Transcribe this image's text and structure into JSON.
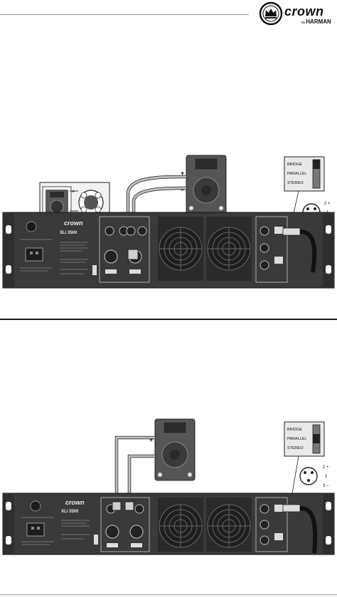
{
  "brand": {
    "name": "crown",
    "by": "by",
    "parent": "HARMAN"
  },
  "amplifier": {
    "brand": "crown",
    "model": "XLi 3500"
  },
  "switch": {
    "bridge": "BRIDGE",
    "parallel": "PARALLEL",
    "stereo": "STEREO"
  },
  "xlr_pins": {
    "pin2": "2 +",
    "pin1": "1",
    "pin3": "3 –"
  },
  "polarity": {
    "plus": "+",
    "minus": "–"
  },
  "colors": {
    "panel": "#3a3a3a",
    "fan": "#262626",
    "cable": "#b8b8b8",
    "speaker": "#555555"
  }
}
